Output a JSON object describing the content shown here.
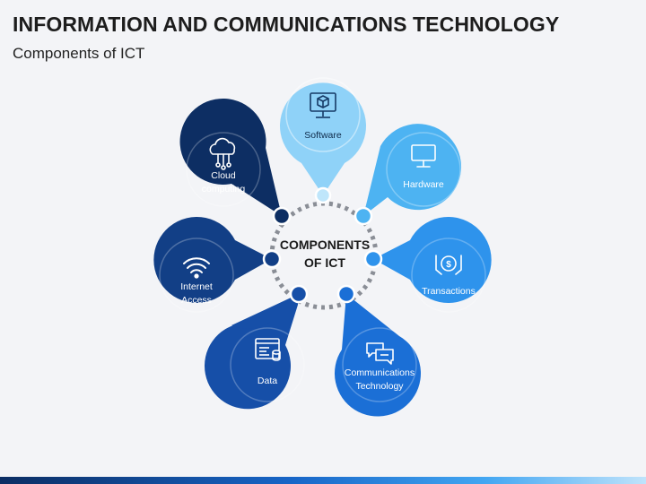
{
  "header": {
    "title": "INFORMATION AND COMMUNICATIONS TECHNOLOGY",
    "subtitle": "Components of ICT"
  },
  "center": {
    "line1": "COMPONENTS",
    "line2": "OF ICT"
  },
  "components": [
    {
      "id": "software",
      "label": "Software",
      "icon": "computer-box-icon",
      "color": "#8fd2f8"
    },
    {
      "id": "hardware",
      "label": "Hardware",
      "icon": "monitor-icon",
      "color": "#4db3f2"
    },
    {
      "id": "transactions",
      "label": "Transactions",
      "icon": "dollar-hand-icon",
      "color": "#2e93ec"
    },
    {
      "id": "communications",
      "label_line1": "Communications",
      "label_line2": "Technology",
      "icon": "chat-bubbles-icon",
      "color": "#1b6fd6"
    },
    {
      "id": "data",
      "label": "Data",
      "icon": "data-window-icon",
      "color": "#164fa8"
    },
    {
      "id": "internet",
      "label_line1": "Internet",
      "label_line2": "Access",
      "icon": "wifi-icon",
      "color": "#123f86"
    },
    {
      "id": "cloud",
      "label_line1": "Cloud",
      "label_line2": "computing",
      "icon": "cloud-network-icon",
      "color": "#0d2e63"
    }
  ]
}
